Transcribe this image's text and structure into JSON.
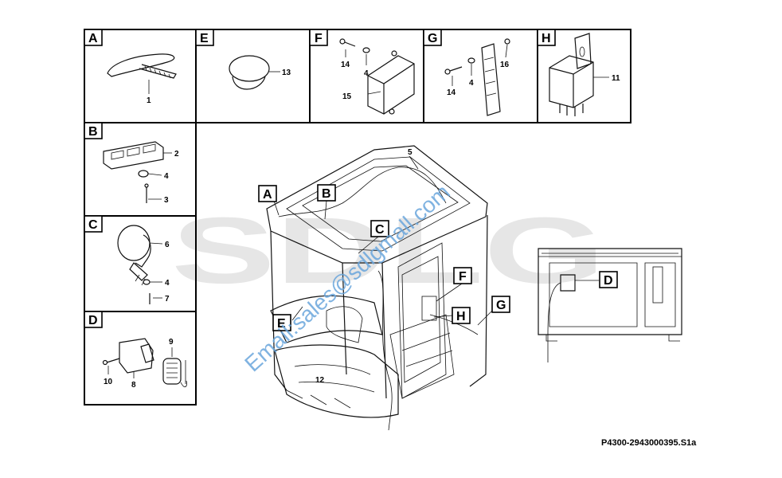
{
  "watermark": {
    "brand": "SDLG",
    "email": "Email:sales@sdlgmall.com"
  },
  "drawing_code": "P4300-2943000395.S1a",
  "panels": {
    "A": {
      "letter": "A",
      "callouts": [
        "1"
      ]
    },
    "E": {
      "letter": "E",
      "callouts": [
        "13"
      ]
    },
    "F": {
      "letter": "F",
      "callouts": [
        "14",
        "4",
        "15"
      ]
    },
    "G": {
      "letter": "G",
      "callouts": [
        "14",
        "4",
        "16"
      ]
    },
    "H": {
      "letter": "H",
      "callouts": [
        "11"
      ]
    },
    "B": {
      "letter": "B",
      "callouts": [
        "2",
        "4",
        "3"
      ]
    },
    "C": {
      "letter": "C",
      "callouts": [
        "6",
        "4",
        "7"
      ]
    },
    "D": {
      "letter": "D",
      "callouts": [
        "9",
        "10",
        "8"
      ]
    }
  },
  "main_view": {
    "tags": [
      "A",
      "B",
      "C",
      "F",
      "H",
      "G",
      "E"
    ],
    "callouts": [
      "5",
      "12"
    ]
  },
  "side_view": {
    "tags": [
      "D"
    ]
  }
}
